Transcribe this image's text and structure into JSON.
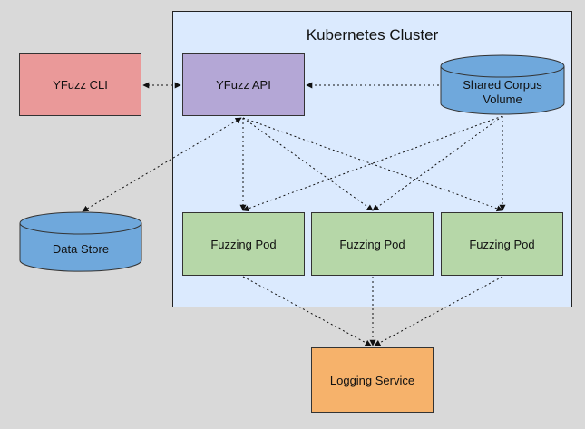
{
  "cluster": {
    "title": "Kubernetes Cluster"
  },
  "nodes": {
    "cli": "YFuzz CLI",
    "api": "YFuzz API",
    "corpus_line1": "Shared Corpus",
    "corpus_line2": "Volume",
    "datastore": "Data Store",
    "pods": [
      "Fuzzing Pod",
      "Fuzzing Pod",
      "Fuzzing Pod"
    ],
    "logging": "Logging Service"
  },
  "colors": {
    "cli": "#ea9999",
    "api": "#b4a7d6",
    "cylinder": "#6fa8dc",
    "pod": "#b6d7a8",
    "logging": "#f6b26b",
    "cluster_bg": "#dbeafe"
  }
}
